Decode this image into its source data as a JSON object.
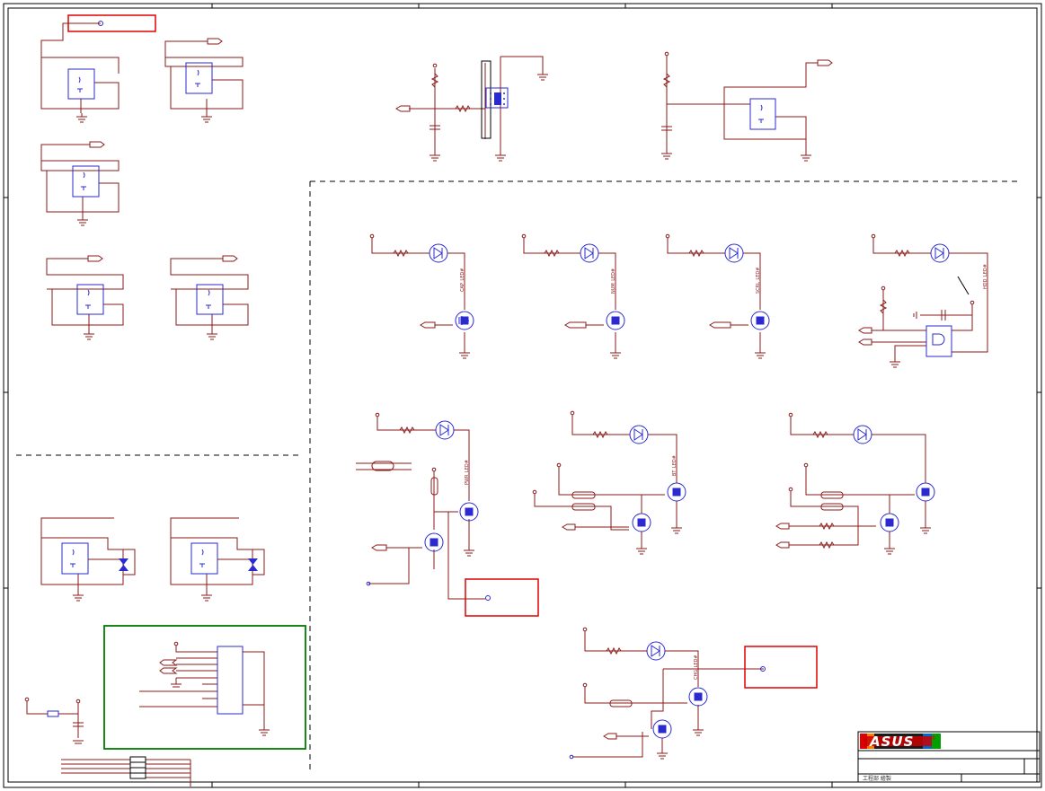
{
  "colors": {
    "wire": "#8b1a1a",
    "component": "#2a2ad0",
    "border": "#000000",
    "highlight_red": "#e00000",
    "highlight_green": "#007a00"
  },
  "icons": [
    "asus-logo",
    "led-icon",
    "mosfet-icon",
    "ground-icon",
    "resistor-icon",
    "capacitor-icon",
    "tvs-diode-icon",
    "connector-icon",
    "ic-icon",
    "and-gate-icon"
  ],
  "title_block": {
    "logo_text": "ASUS",
    "trademark": "®",
    "footer_text": "工程部 繪製"
  },
  "led_nets": [
    "CAP_LED#",
    "NUM_LED#",
    "SCRL_LED#",
    "HDD_LED#",
    "PWR_LED#",
    "BT_LED#",
    "CHG_LED#"
  ]
}
